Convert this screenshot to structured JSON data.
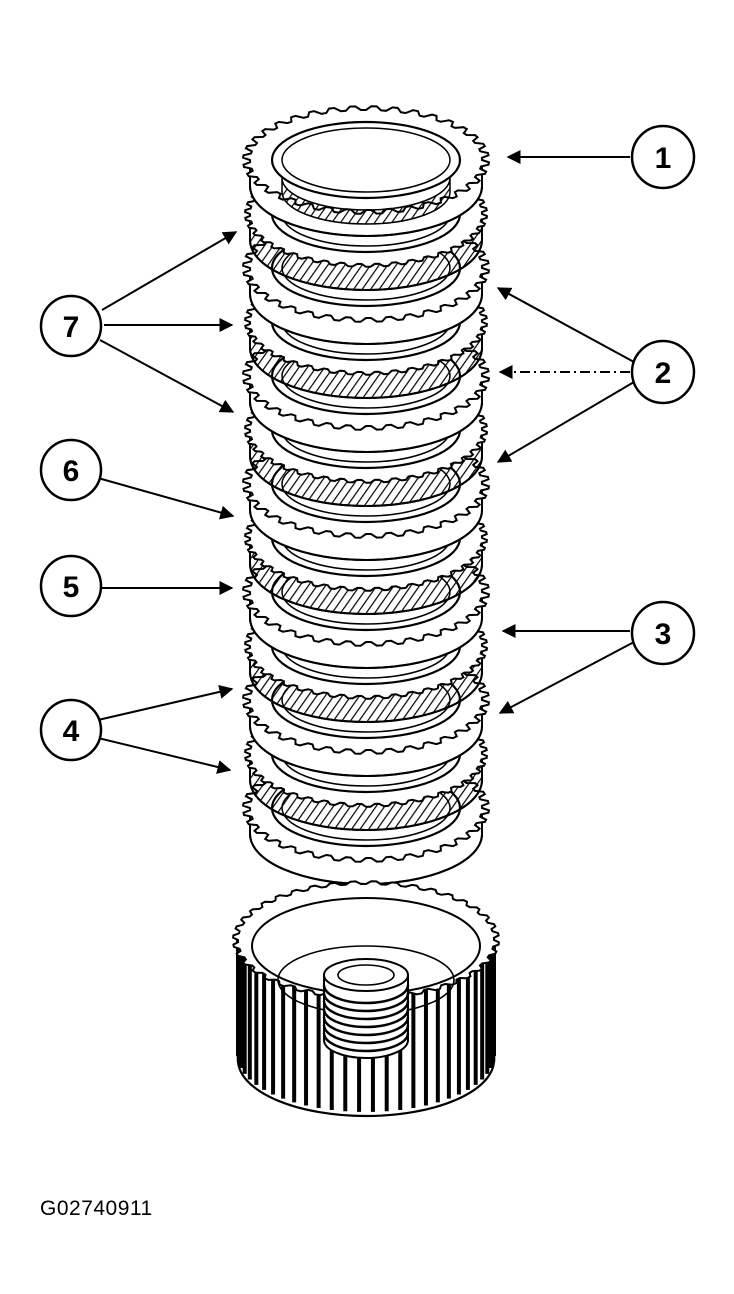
{
  "figure": {
    "id_label": "G02740911"
  },
  "callouts": [
    {
      "number": "1"
    },
    {
      "number": "2"
    },
    {
      "number": "3"
    },
    {
      "number": "4"
    },
    {
      "number": "5"
    },
    {
      "number": "6"
    },
    {
      "number": "7"
    }
  ],
  "colors": {
    "line": "#000000",
    "background": "#ffffff"
  }
}
